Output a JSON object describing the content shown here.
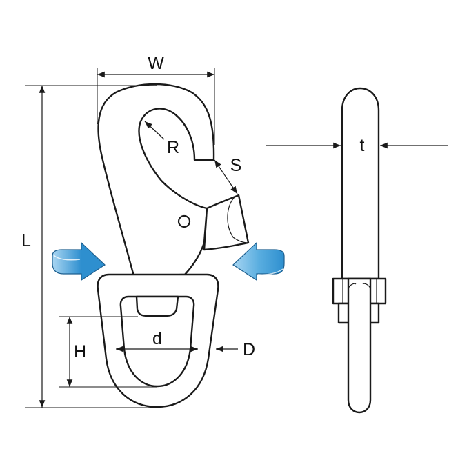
{
  "labels": {
    "W": "W",
    "R": "R",
    "S": "S",
    "L": "L",
    "H": "H",
    "d": "d",
    "D": "D",
    "t": "t"
  },
  "colors": {
    "line": "#1a1a1a",
    "arrow_fill": "#2e8fcf",
    "arrow_light": "#a9d6f2",
    "arrow_stroke": "#1d5f8f"
  },
  "icons": [
    "rotation-arrow-icon",
    "rotation-arrow-icon"
  ]
}
